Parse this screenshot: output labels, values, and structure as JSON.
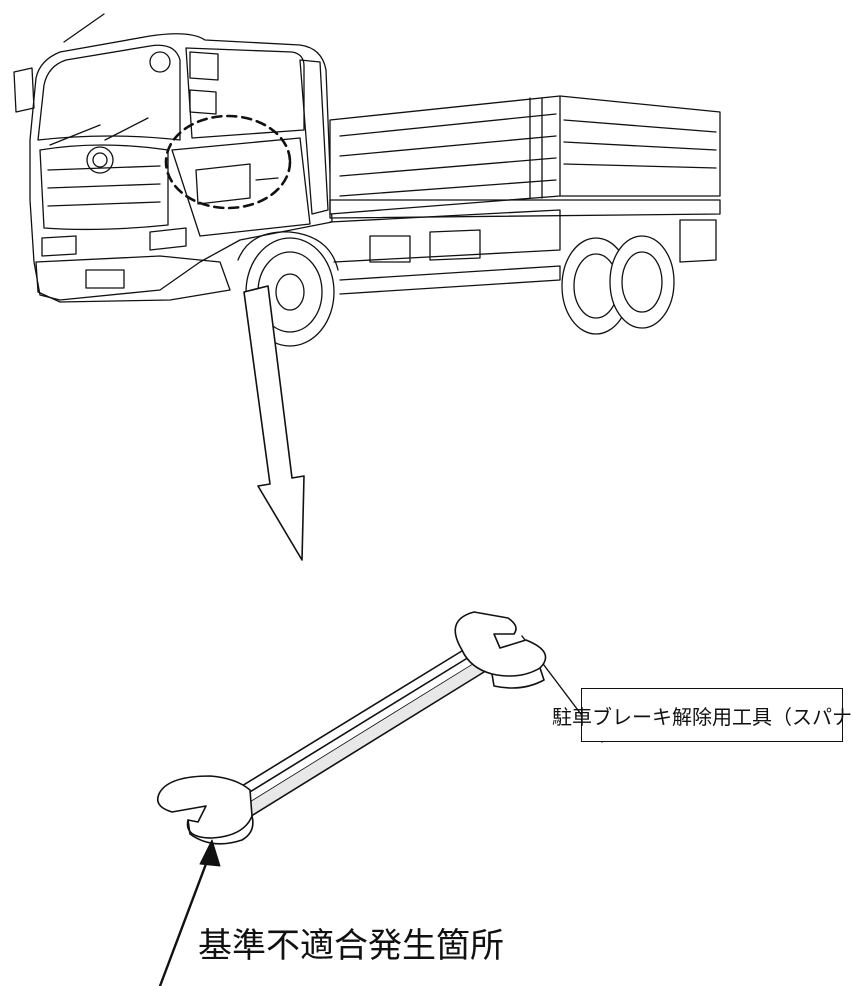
{
  "callout": {
    "tool_label": "駐車ブレーキ解除用工具（スパナ）"
  },
  "annotation": {
    "defect_label": "基準不適合発生箇所"
  },
  "icons": {
    "vehicle": "cargo-truck-illustration",
    "tool": "open-end-wrench-illustration",
    "highlight": "dashed-circle",
    "pointer": "hollow-down-arrow",
    "defect_pointer": "leader-arrow"
  }
}
